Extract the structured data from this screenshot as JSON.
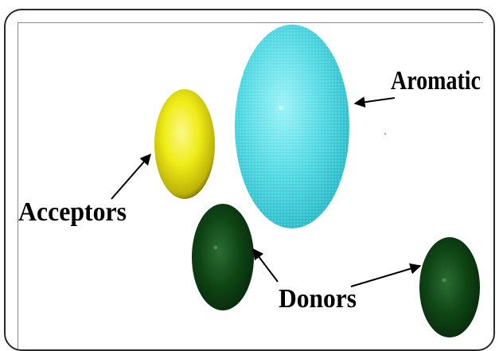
{
  "labels": {
    "aromatic": "Aromatic",
    "acceptors": "Acceptors",
    "donors": "Donors"
  },
  "colors": {
    "aromatic": "#4fd8e2",
    "acceptor": "#f2ef1a",
    "donor": "#0d3d12",
    "arrow": "#000000"
  }
}
